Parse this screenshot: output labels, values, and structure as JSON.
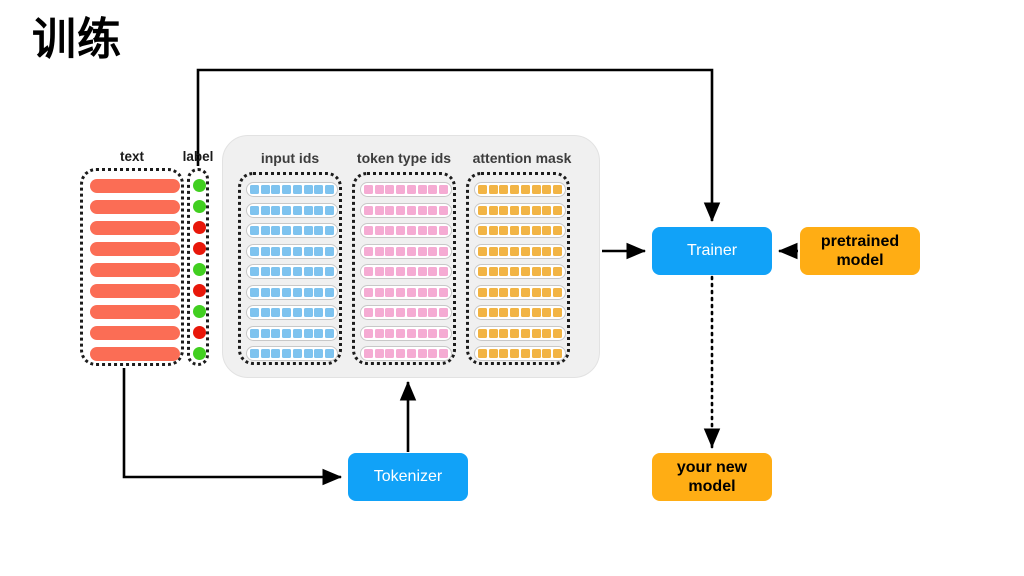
{
  "title": "训练",
  "columns": {
    "text_caption": "text",
    "label_caption": "label"
  },
  "features": {
    "headers": [
      {
        "id": "input-ids",
        "label": "input ids",
        "color": "#7ec3ef",
        "cells_per_row": 8,
        "rows": 9
      },
      {
        "id": "token-type-ids",
        "label": "token type ids",
        "color": "#f5abd3",
        "cells_per_row": 8,
        "rows": 9
      },
      {
        "id": "attention-mask",
        "label": "attention mask",
        "color": "#f2b444",
        "cells_per_row": 8,
        "rows": 9
      }
    ]
  },
  "dataset": {
    "text_rows": 9,
    "text_bar_color": "#fb6d55",
    "labels": [
      "green",
      "green",
      "red",
      "red",
      "green",
      "red",
      "green",
      "red",
      "green"
    ],
    "label_colors": {
      "green": "#41cf20",
      "red": "#e8170a"
    }
  },
  "boxes": {
    "trainer": {
      "label": "Trainer",
      "bg": "#11a2f8",
      "fg": "#ffffff"
    },
    "pretrained_model": {
      "label": "pretrained\nmodel",
      "line1": "pretrained",
      "line2": "model",
      "bg": "#ffad14",
      "fg": "#000000"
    },
    "tokenizer": {
      "label": "Tokenizer",
      "bg": "#11a2f8",
      "fg": "#ffffff"
    },
    "your_new_model": {
      "label": "your new\nmodel",
      "line1": "your new",
      "line2": "model",
      "bg": "#ffad14",
      "fg": "#000000"
    }
  },
  "connectors": [
    {
      "name": "label-to-trainer",
      "from": "label",
      "to": "trainer",
      "style": "solid"
    },
    {
      "name": "text-to-tokenizer",
      "from": "text",
      "to": "tokenizer",
      "style": "solid"
    },
    {
      "name": "tokenizer-to-features",
      "from": "tokenizer",
      "to": "features-panel",
      "style": "solid"
    },
    {
      "name": "features-to-trainer",
      "from": "features-panel",
      "to": "trainer",
      "style": "solid"
    },
    {
      "name": "pretrained-to-trainer",
      "from": "pretrained model",
      "to": "trainer",
      "style": "solid"
    },
    {
      "name": "trainer-to-new-model",
      "from": "trainer",
      "to": "your new model",
      "style": "dotted"
    }
  ]
}
